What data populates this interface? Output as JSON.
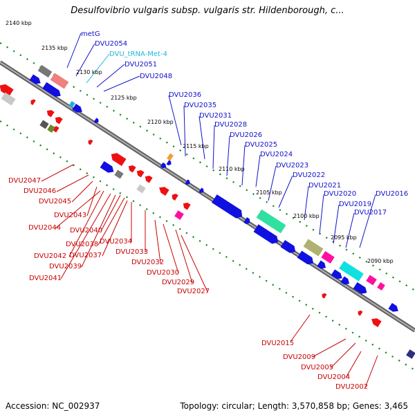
{
  "title": "Desulfovibrio vulgaris subsp. vulgaris str. Hildenborough, c...",
  "footer": {
    "accession": "Accession: NC_002937",
    "summary": "Topology: circular; Length: 3,570,858 bp; Genes: 3,465"
  },
  "colors": {
    "forward_label": "#1010c8",
    "reverse_label": "#c80000",
    "trna_label": "#20b8d8",
    "backbone": "#909090",
    "tick": "#1a8a1a"
  },
  "ticks": [
    "2140 kbp",
    "2135 kbp",
    "2130 kbp",
    "2125 kbp",
    "2120 kbp",
    "2115 kbp",
    "2110 kbp",
    "2105 kbp",
    "2100 kbp",
    "2095 kbp",
    "2090 kbp"
  ],
  "forward_labels": [
    "metG",
    "DVU2054",
    "DVU_tRNA-Met-4",
    "DVU2051",
    "DVU2048",
    "DVU2036",
    "DVU2035",
    "DVU2031",
    "DVU2028",
    "DVU2026",
    "DVU2025",
    "DVU2024",
    "DVU2023",
    "DVU2022",
    "DVU2021",
    "DVU2020",
    "DVU2019",
    "DVU2016",
    "DVU2017"
  ],
  "reverse_labels": [
    "DVU2047",
    "DVU2046",
    "DVU2045",
    "DVU2043",
    "DVU2044",
    "DVU2040",
    "DVU2038",
    "DVU2034",
    "DVU2042",
    "DVU2037",
    "DVU2039",
    "DVU2033",
    "DVU2041",
    "DVU2032",
    "DVU2030",
    "DVU2029",
    "DVU2027",
    "DVU2015",
    "DVU2009",
    "DVU2005",
    "DVU2004",
    "DVU2002"
  ]
}
